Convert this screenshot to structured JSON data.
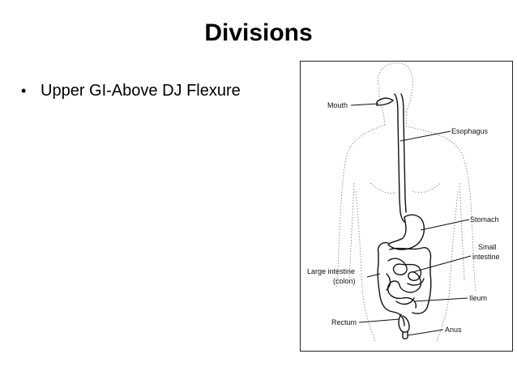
{
  "slide": {
    "title": "Divisions",
    "bullets": [
      "Upper GI-Above DJ Flexure"
    ]
  },
  "figure": {
    "labels": {
      "mouth": "Mouth",
      "esophagus": "Esophagus",
      "stomach": "Stomach",
      "small_intestine_1": "Small",
      "small_intestine_2": "intestine",
      "large_intestine_1": "Large intestine",
      "large_intestine_2": "(colon)",
      "ileum": "Ileum",
      "rectum": "Rectum",
      "anus": "Anus"
    },
    "line_color": "#111111",
    "outline_color": "#888888"
  }
}
